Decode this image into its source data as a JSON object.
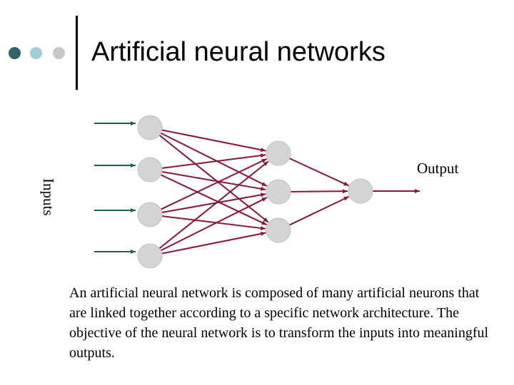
{
  "slide": {
    "title": "Artificial neural networks",
    "inputs_label": "Inputs",
    "output_label": "Output",
    "caption": "An artificial neural network is composed of many artificial neurons that are linked together according to a specific network architecture. The objective of the neural network is to transform the inputs into meaningful outputs."
  },
  "decor": {
    "dots": [
      {
        "icon": "bullet-dot-icon",
        "color": "#2e6466"
      },
      {
        "icon": "bullet-dot-icon",
        "color": "#9fcfd2"
      },
      {
        "icon": "bullet-dot-icon",
        "color": "#c8c8c8"
      }
    ]
  },
  "colors": {
    "input_arrow": "#1f5f5a",
    "connection": "#8b1535",
    "neuron_fill": "#d4d4d4"
  }
}
